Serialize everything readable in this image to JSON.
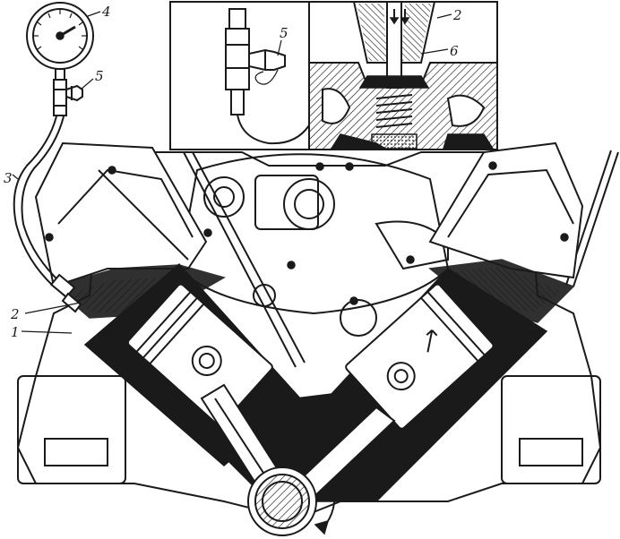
{
  "labels": {
    "gauge": "4",
    "valve_left": "5",
    "valve_inset": "5",
    "hose": "3",
    "tip_left": "2",
    "adapter_left": "1",
    "tip_inset": "2",
    "seal_inset": "6"
  },
  "colors": {
    "ink": "#1a1a1a",
    "paper": "#ffffff"
  }
}
